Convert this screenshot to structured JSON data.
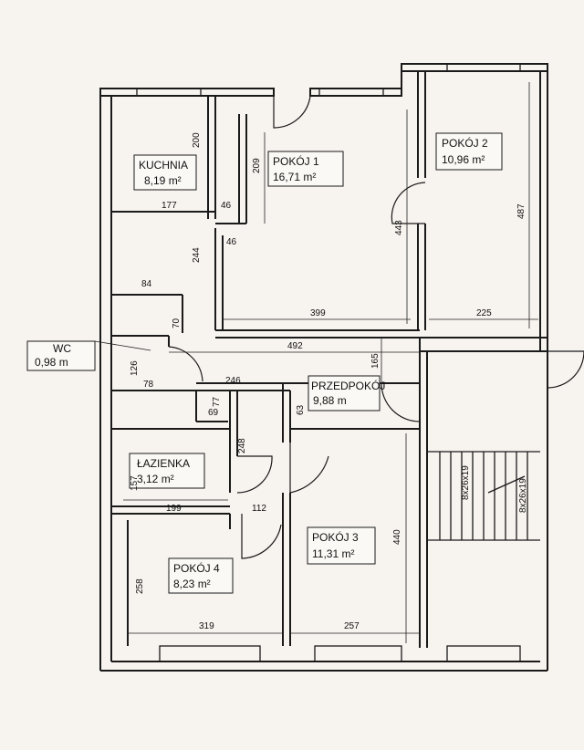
{
  "rooms": {
    "kuchnia": {
      "name": "KUCHNIA",
      "area": "8,19 m²"
    },
    "pokoj1": {
      "name": "POKÓJ 1",
      "area": "16,71 m²"
    },
    "pokoj2": {
      "name": "POKÓJ 2",
      "area": "10,96 m²"
    },
    "wc": {
      "name": "WC",
      "area": "0,98 m"
    },
    "przedpokoj": {
      "name": "PRZEDPOKÓJ",
      "area": "9,88 m"
    },
    "lazienka": {
      "name": "ŁAZIENKA",
      "area": "3,12 m²"
    },
    "pokoj3": {
      "name": "POKÓJ 3",
      "area": "11,31 m²"
    },
    "pokoj4": {
      "name": "POKÓJ 4",
      "area": "8,23 m²"
    }
  },
  "dimensions": {
    "d200": "200",
    "d177": "177",
    "d46a": "46",
    "d46b": "46",
    "d209": "209",
    "d244": "244",
    "d84": "84",
    "d70": "70",
    "d443": "443",
    "d487": "487",
    "d399": "399",
    "d225": "225",
    "d492": "492",
    "d126": "126",
    "d78": "78",
    "d246": "246",
    "d77": "77",
    "d69": "69",
    "d165": "165",
    "d63": "63",
    "d248": "248",
    "d157": "157",
    "d199": "199",
    "d112": "112",
    "d440": "440",
    "d258": "258",
    "d319": "319",
    "d257": "257",
    "stair1": "8x26x19",
    "stair2": "8x26x19"
  }
}
